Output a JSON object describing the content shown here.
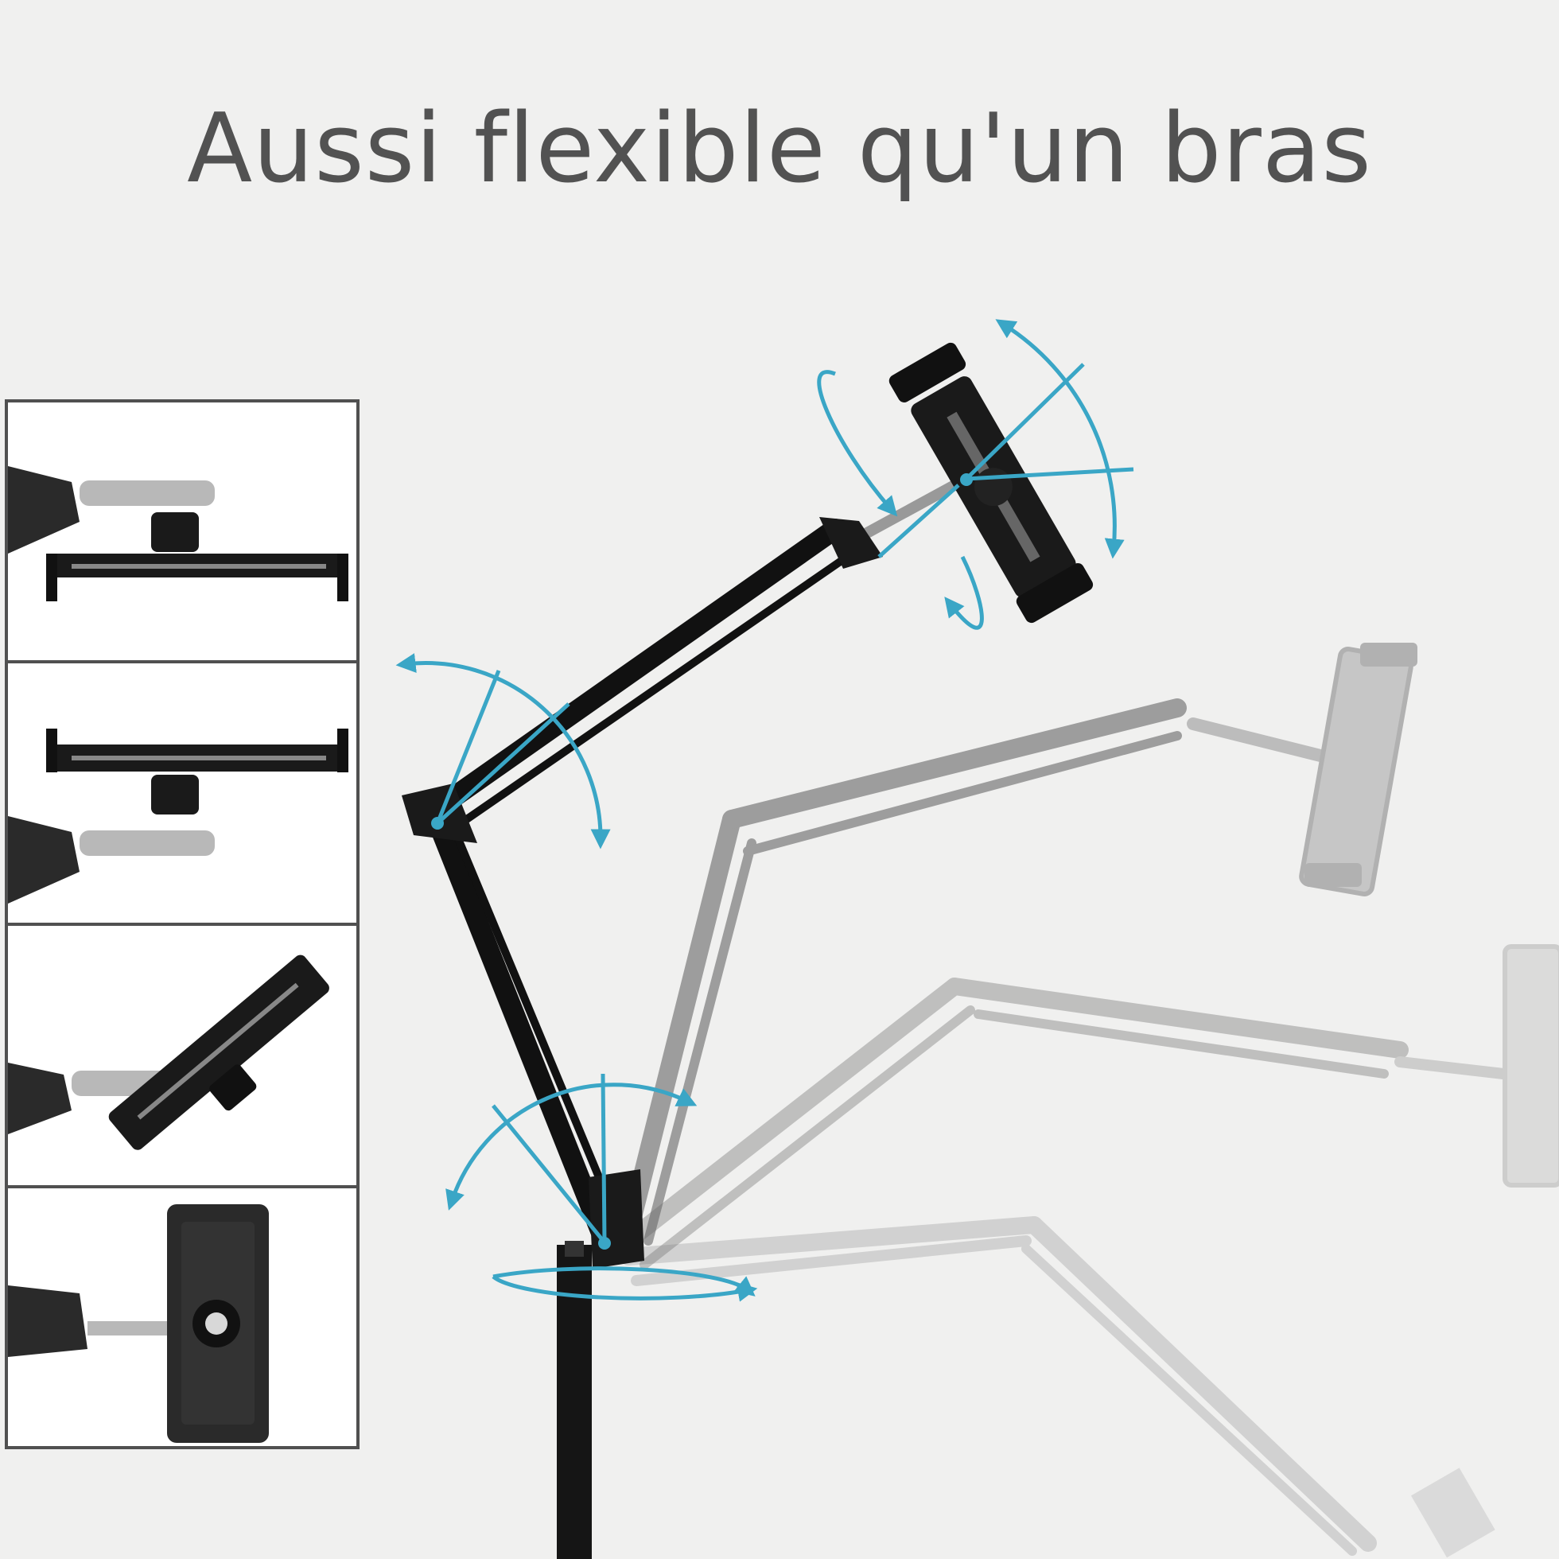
{
  "title": "Aussi flexible qu'un bras",
  "colors": {
    "background": "#f0f0ef",
    "title_text": "#525252",
    "arrow_accent": "#3aa6c6",
    "frame_border": "#505050",
    "arm_black": "#111111",
    "arm_ghost": "#8a8a8a"
  },
  "panels": [
    {
      "name": "detail-horizontal-mount",
      "icon": "tablet-clamp-top-view-icon"
    },
    {
      "name": "detail-flipped-mount",
      "icon": "tablet-clamp-bottom-view-icon"
    },
    {
      "name": "detail-tilted-mount",
      "icon": "tablet-clamp-tilted-icon"
    },
    {
      "name": "detail-vertical-mount",
      "icon": "tablet-clamp-back-view-icon"
    }
  ]
}
